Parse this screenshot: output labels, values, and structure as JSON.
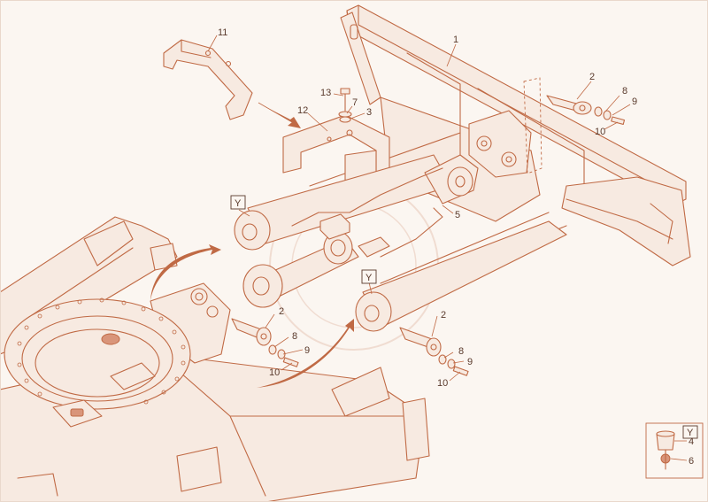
{
  "callouts": {
    "c1": "1",
    "c2a": "2",
    "c2b": "2",
    "c2c": "2",
    "c3": "3",
    "c5": "5",
    "c7": "7",
    "c8a": "8",
    "c8b": "8",
    "c8c": "8",
    "c9a": "9",
    "c9b": "9",
    "c9c": "9",
    "c10a": "10",
    "c10b": "10",
    "c10c": "10",
    "c11": "11",
    "c12": "12",
    "c13": "13"
  },
  "detail_markers": {
    "y1": "Y",
    "y2": "Y"
  },
  "inset": {
    "label": "Y",
    "c4": "4",
    "c6": "6"
  }
}
